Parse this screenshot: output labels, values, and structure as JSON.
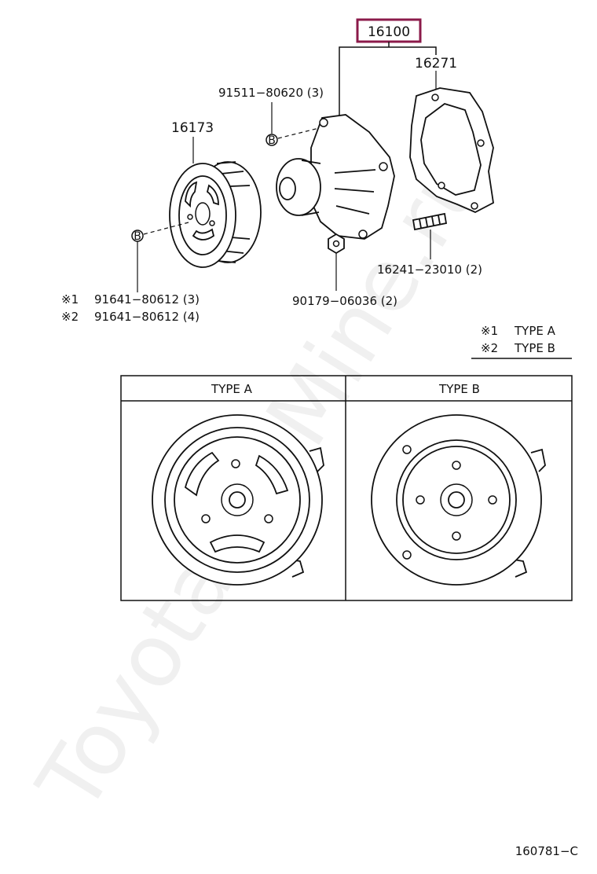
{
  "main_assembly": {
    "part_number": "16100",
    "highlight_color": "#8b1a4a"
  },
  "parts": {
    "gasket": {
      "part_number": "16271"
    },
    "bolt_b": {
      "label": "91511−80620 (3)"
    },
    "pulley": {
      "part_number": "16173"
    },
    "pulley_bolt_b": {
      "label": "B"
    },
    "housing_bolt_b": {
      "label": "B"
    },
    "stud": {
      "label": "16241−23010 (2)"
    },
    "nut": {
      "label": "90179−06036 (2)"
    }
  },
  "bolt_variants": [
    {
      "mark": "※1",
      "label": "91641−80612 (3)"
    },
    {
      "mark": "※2",
      "label": "91641−80612 (4)"
    }
  ],
  "type_legend": [
    {
      "mark": "※1",
      "type": "TYPE A"
    },
    {
      "mark": "※2",
      "type": "TYPE B"
    }
  ],
  "type_table": {
    "col_a": "TYPE A",
    "col_b": "TYPE B"
  },
  "watermark": "ToyotaCarMine.ru",
  "diagram_code": "160781−C"
}
